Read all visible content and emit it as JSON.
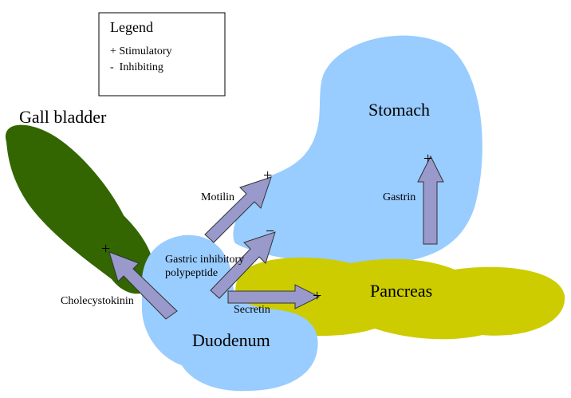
{
  "legend": {
    "title": "Legend",
    "items": [
      "+ Stimulatory",
      "-  Inhibiting"
    ]
  },
  "organs": {
    "gall_bladder": "Gall bladder",
    "stomach": "Stomach",
    "pancreas": "Pancreas",
    "duodenum": "Duodenum"
  },
  "hormones": {
    "motilin": "Motilin",
    "gip_line1": "Gastric inhibitory",
    "gip_line2": "polypeptide",
    "cholecystokinin": "Cholecystokinin",
    "secretin": "Secretin",
    "gastrin": "Gastrin"
  },
  "signs": {
    "motilin": "+",
    "gip": "−",
    "cholecystokinin": "+",
    "secretin": "+",
    "gastrin": "+"
  },
  "colors": {
    "gall_bladder": "#336600",
    "stomach": "#99ccff",
    "duodenum": "#99ccff",
    "pancreas": "#cccc00",
    "arrow_fill": "#9999cc",
    "arrow_stroke": "#333333"
  }
}
